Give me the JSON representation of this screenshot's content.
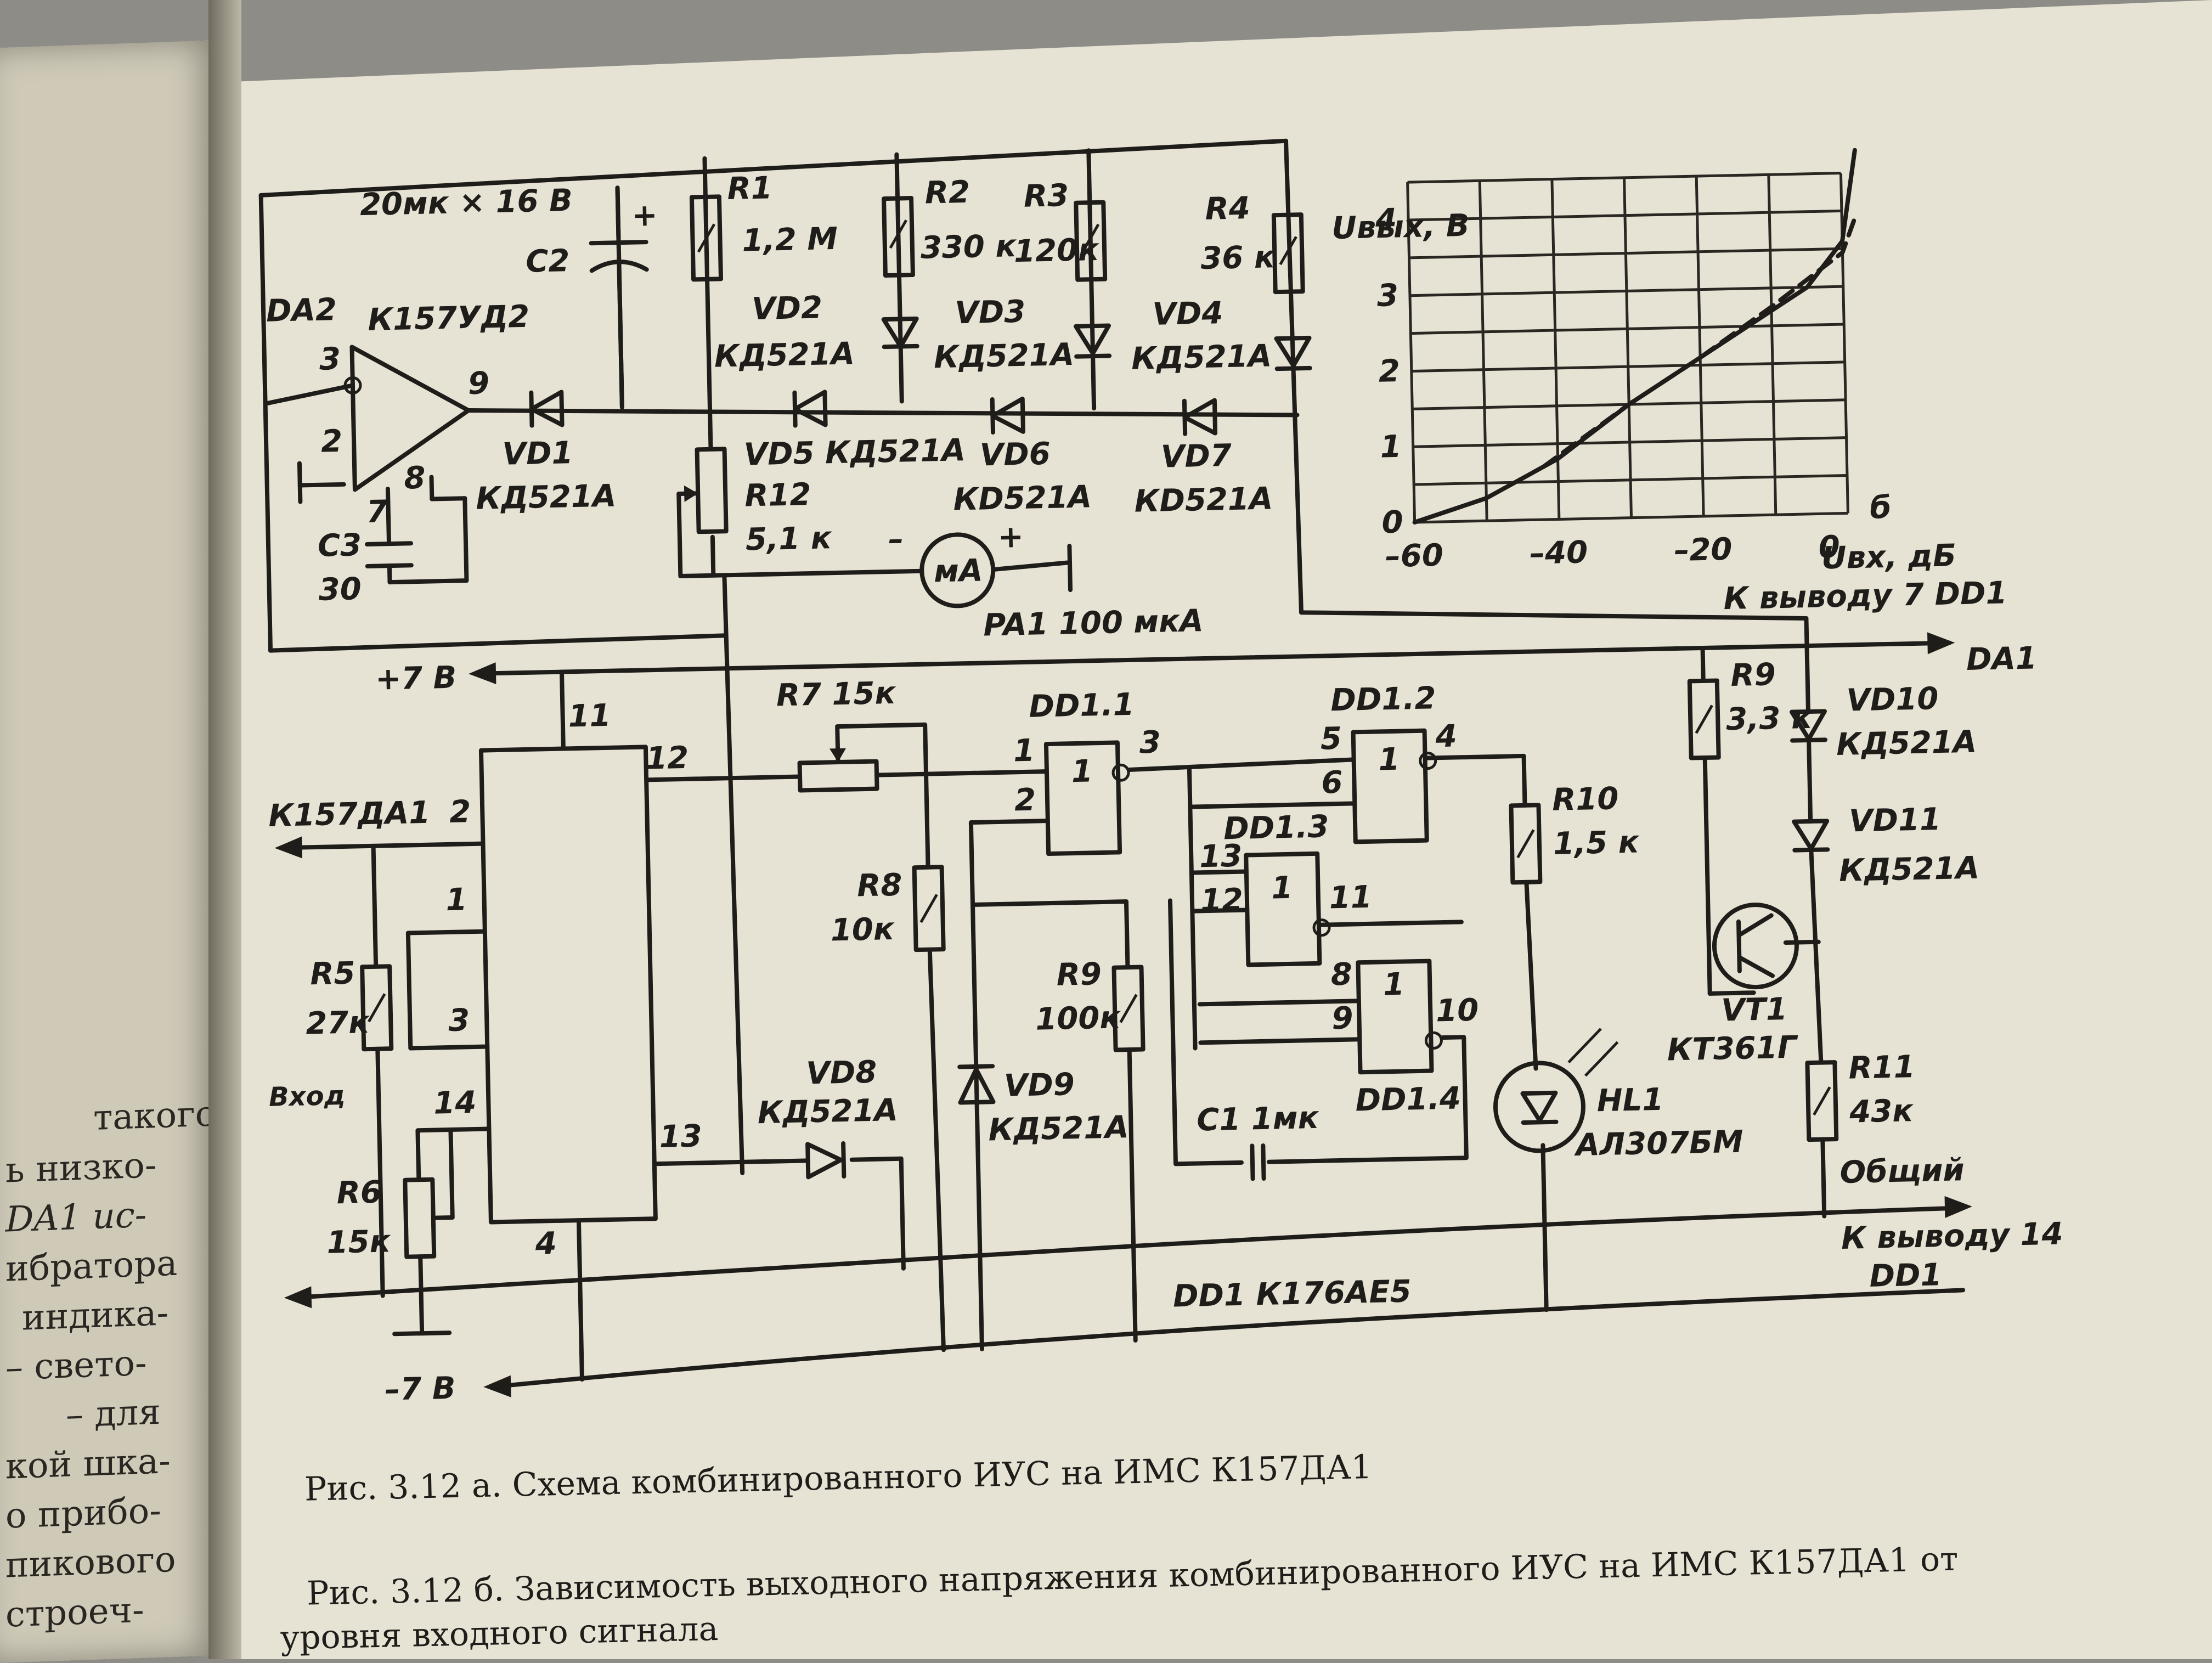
{
  "left_page": {
    "lines": [
      "такого",
      "ь низко-",
      "DA1 ис-",
      "ибратора",
      "индика-",
      "– свето-",
      "– для",
      "кой шка-",
      "о прибо-",
      "пикового",
      "строеч-"
    ]
  },
  "labels": {
    "c2_rating": "20мк × 16 В",
    "c2": "C2",
    "c2_plus": "+",
    "da2": "DA2",
    "da2_part": "К157УД2",
    "pin3": "3",
    "pin2": "2",
    "pin9": "9",
    "pin8": "8",
    "pin7": "7",
    "c3": "C3",
    "c3_val": "30",
    "vd1": "VD1",
    "vd1_part": "КД521А",
    "r1": "R1",
    "r1_val": "1,2 М",
    "r2": "R2",
    "r2_val": "330 к",
    "r3": "R3",
    "r3_val": "120к",
    "r4": "R4",
    "r4_val": "36 к",
    "vd2": "VD2",
    "vd2_part": "КД521А",
    "vd3": "VD3",
    "vd3_part": "КД521А",
    "vd4": "VD4",
    "vd4_part": "КД521А",
    "vd5": "VD5 КД521А",
    "vd6": "VD6",
    "vd6_part": "КD521А",
    "vd7": "VD7",
    "vd7_part": "КD521А",
    "r12": "R12",
    "r12_val": "5,1 к",
    "meter": "мА",
    "meter_minus": "–",
    "meter_plus": "+",
    "pa1": "PA1 100 мкА",
    "to_pin7": "К выводу 7 DD1",
    "da1_right": "DA1",
    "plus7": "+7 В",
    "minus7": "–7 В",
    "k157da1": "К157ДА1",
    "ic_pin11": "11",
    "ic_pin12": "12",
    "ic_pin2": "2",
    "ic_pin1": "1",
    "ic_pin3": "3",
    "ic_pin14": "14",
    "ic_pin13": "13",
    "ic_pin4": "4",
    "r5": "R5",
    "r5_val": "27к",
    "r6": "R6",
    "r6_val": "15к",
    "vhod": "Вход",
    "r7": "R7 15к",
    "r8": "R8",
    "r8_val": "10к",
    "r9b": "R9",
    "r9b_val": "100к",
    "vd8": "VD8",
    "vd8_part": "КД521А",
    "vd9": "VD9",
    "vd9_part": "КД521А",
    "dd11": "DD1.1",
    "dd12": "DD1.2",
    "dd13": "DD1.3",
    "dd14": "DD1.4",
    "gate_one": "1",
    "dd11_p1": "1",
    "dd11_p2": "2",
    "dd11_p3": "3",
    "dd12_p5": "5",
    "dd12_p6": "6",
    "dd12_p4": "4",
    "dd13_p13": "13",
    "dd13_p12": "12",
    "dd13_p11": "11",
    "dd14_p8": "8",
    "dd14_p9": "9",
    "dd14_p10": "10",
    "c1": "C1 1мк",
    "r10": "R10",
    "r10_val": "1,5 к",
    "hl1": "HL1",
    "hl1_part": "АЛ307БМ",
    "r9": "R9",
    "r9_val": "3,3 к",
    "vd10": "VD10",
    "vd10_part": "КД521А",
    "vd11": "VD11",
    "vd11_part": "КД521А",
    "vt1": "VT1",
    "vt1_part": "КТ361Г",
    "r11": "R11",
    "r11_val": "43к",
    "obshchiy": "Общий",
    "to_pin14": "К выводу 14",
    "dd1_right": "DD1",
    "dd1_part": "DD1 К176АЕ5"
  },
  "inset_plot": {
    "ylabel": "Uвых, В",
    "xlabel": "Uвх, дБ",
    "panel": "б",
    "x_ticks": [
      "–60",
      "–40",
      "–20",
      "0"
    ],
    "y_ticks": [
      "0",
      "1",
      "2",
      "3",
      "4"
    ]
  },
  "chart_data": {
    "type": "line",
    "xlabel": "Uвх, дБ",
    "ylabel": "Uвых, В",
    "xlim": [
      -60,
      0
    ],
    "ylim": [
      0,
      4.5
    ],
    "x_ticks": [
      -60,
      -40,
      -20,
      0
    ],
    "y_ticks": [
      0,
      1,
      2,
      3,
      4
    ],
    "grid": true,
    "series": [
      {
        "style": "solid",
        "x": [
          -60,
          -50,
          -40,
          -30,
          -20,
          -10,
          -5,
          0,
          2
        ],
        "y": [
          0.0,
          0.3,
          0.8,
          1.5,
          2.1,
          2.7,
          3.0,
          3.6,
          4.8
        ]
      },
      {
        "style": "dashed",
        "x": [
          -42,
          -30,
          -20,
          -10,
          0,
          2
        ],
        "y": [
          0.7,
          1.5,
          2.1,
          2.75,
          3.45,
          3.95
        ]
      }
    ]
  },
  "captions": {
    "fig_a": "Рис. 3.12 а. Схема комбинированного ИУС на ИМС К157ДА1",
    "fig_b_line1": "Рис. 3.12 б. Зависимость выходного напряжения комбинированного ИУС на ИМС К157ДА1 от",
    "fig_b_line2": "уровня входного сигнала"
  },
  "colors": {
    "ink": "#1f1d1a",
    "paper": "#e6e2d4",
    "background": "#8d8c86"
  }
}
